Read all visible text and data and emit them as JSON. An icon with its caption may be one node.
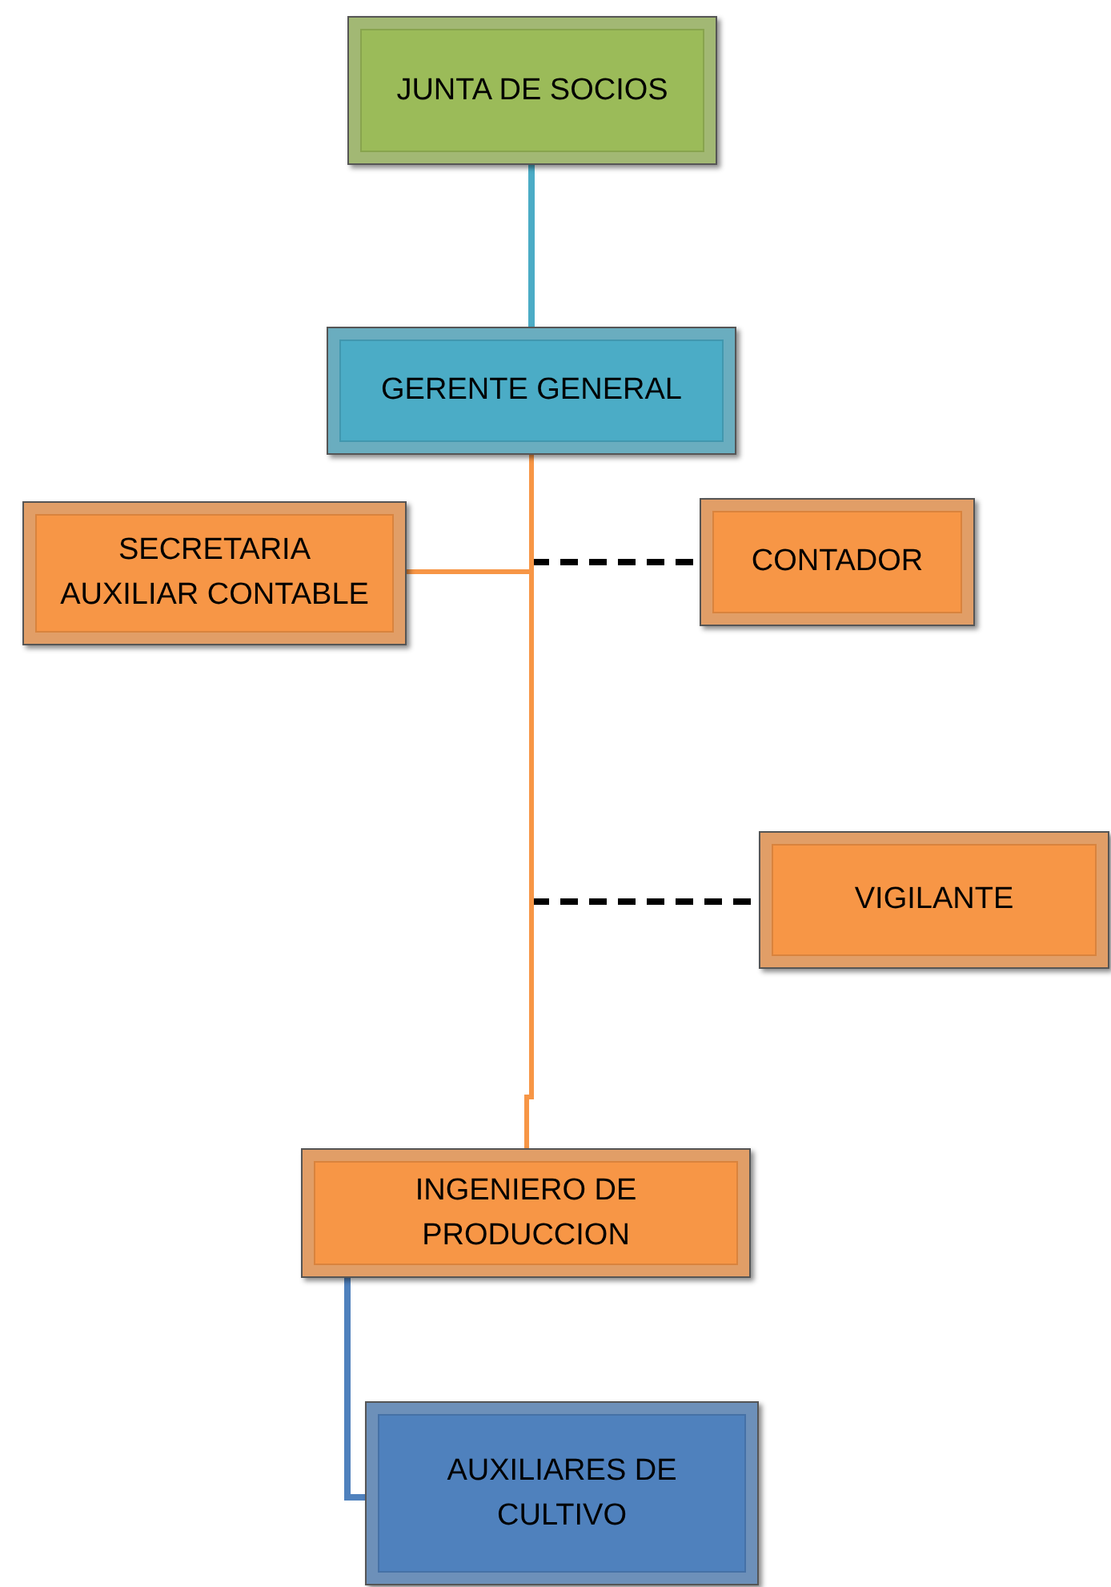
{
  "diagram": {
    "nodes": [
      {
        "text": [
          "JUNTA DE SOCIOS"
        ]
      },
      {
        "text": [
          "GERENTE GENERAL"
        ]
      },
      {
        "text": [
          "SECRETARIA AUXILIAR CONTABLE"
        ]
      },
      {
        "text": [
          "CONTADOR"
        ]
      },
      {
        "text": [
          "VIGILANTE"
        ]
      },
      {
        "text": [
          "INGENIERO DE PRODUCCION"
        ]
      },
      {
        "text": [
          "AUXILIARES DE CULTIVO"
        ]
      }
    ],
    "edges": [
      {
        "from": 0,
        "to": 1,
        "arrow": "none",
        "color": "#4bacc6"
      },
      {
        "from": 1,
        "to": 2,
        "arrow": "none"
      },
      {
        "from": 1,
        "to": 3,
        "arrow": "none",
        "style": "dashed",
        "color": "#000000"
      },
      {
        "from": 1,
        "to": 4,
        "arrow": "none",
        "style": "dashed",
        "color": "#000000"
      },
      {
        "from": 1,
        "to": 5,
        "arrow": "none"
      },
      {
        "from": 5,
        "to": 6,
        "arrow": "none",
        "color": "#4f81bd"
      }
    ]
  }
}
